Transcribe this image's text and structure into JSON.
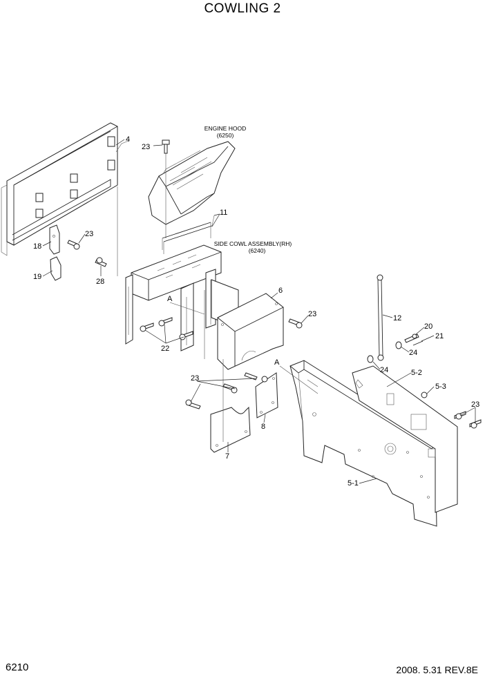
{
  "page": {
    "title": "COWLING 2",
    "page_number": "6210",
    "revision": "2008. 5.31  REV.8E"
  },
  "captions": {
    "engine_hood": "ENGINE HOOD",
    "engine_hood_ref": "(6250)",
    "side_cowl": "SIDE COWL ASSEMBLY(RH)",
    "side_cowl_ref": "(6240)"
  },
  "labels": {
    "p4": "4",
    "p23a": "23",
    "p11": "11",
    "p23b": "23",
    "p18": "18",
    "p19": "19",
    "p28": "28",
    "pA1": "A",
    "p6": "6",
    "p23c": "23",
    "p12": "12",
    "p20": "20",
    "p21": "21",
    "p24a": "24",
    "p22": "22",
    "pA2": "A",
    "p24b": "24",
    "p5_2": "5-2",
    "p23d": "23",
    "p5_3": "5-3",
    "p23e": "23",
    "p8": "8",
    "p7": "7",
    "p5_1": "5-1"
  }
}
